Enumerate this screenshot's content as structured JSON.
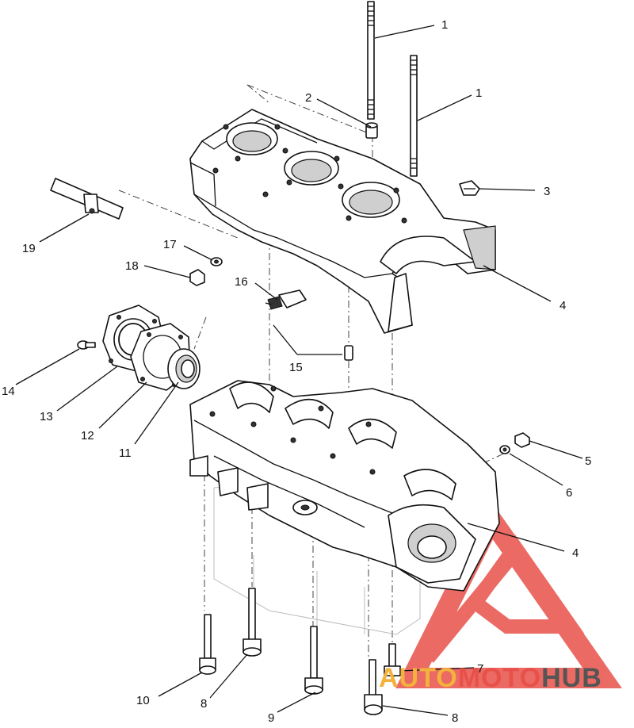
{
  "callouts": {
    "c1a": "1",
    "c1b": "1",
    "c2": "2",
    "c3": "3",
    "c4a": "4",
    "c4b": "4",
    "c5": "5",
    "c6": "6",
    "c7": "7",
    "c8a": "8",
    "c8b": "8",
    "c9": "9",
    "c10": "10",
    "c11": "11",
    "c12": "12",
    "c13": "13",
    "c14": "14",
    "c15": "15",
    "c16": "16",
    "c17": "17",
    "c18": "18",
    "c19": "19"
  },
  "watermark": {
    "part1": "AUTO",
    "part2": "MOTO",
    "part3": "HUB",
    "color_light": "#f3b13d",
    "color_red": "#e8514a",
    "color_dark": "#555555"
  }
}
